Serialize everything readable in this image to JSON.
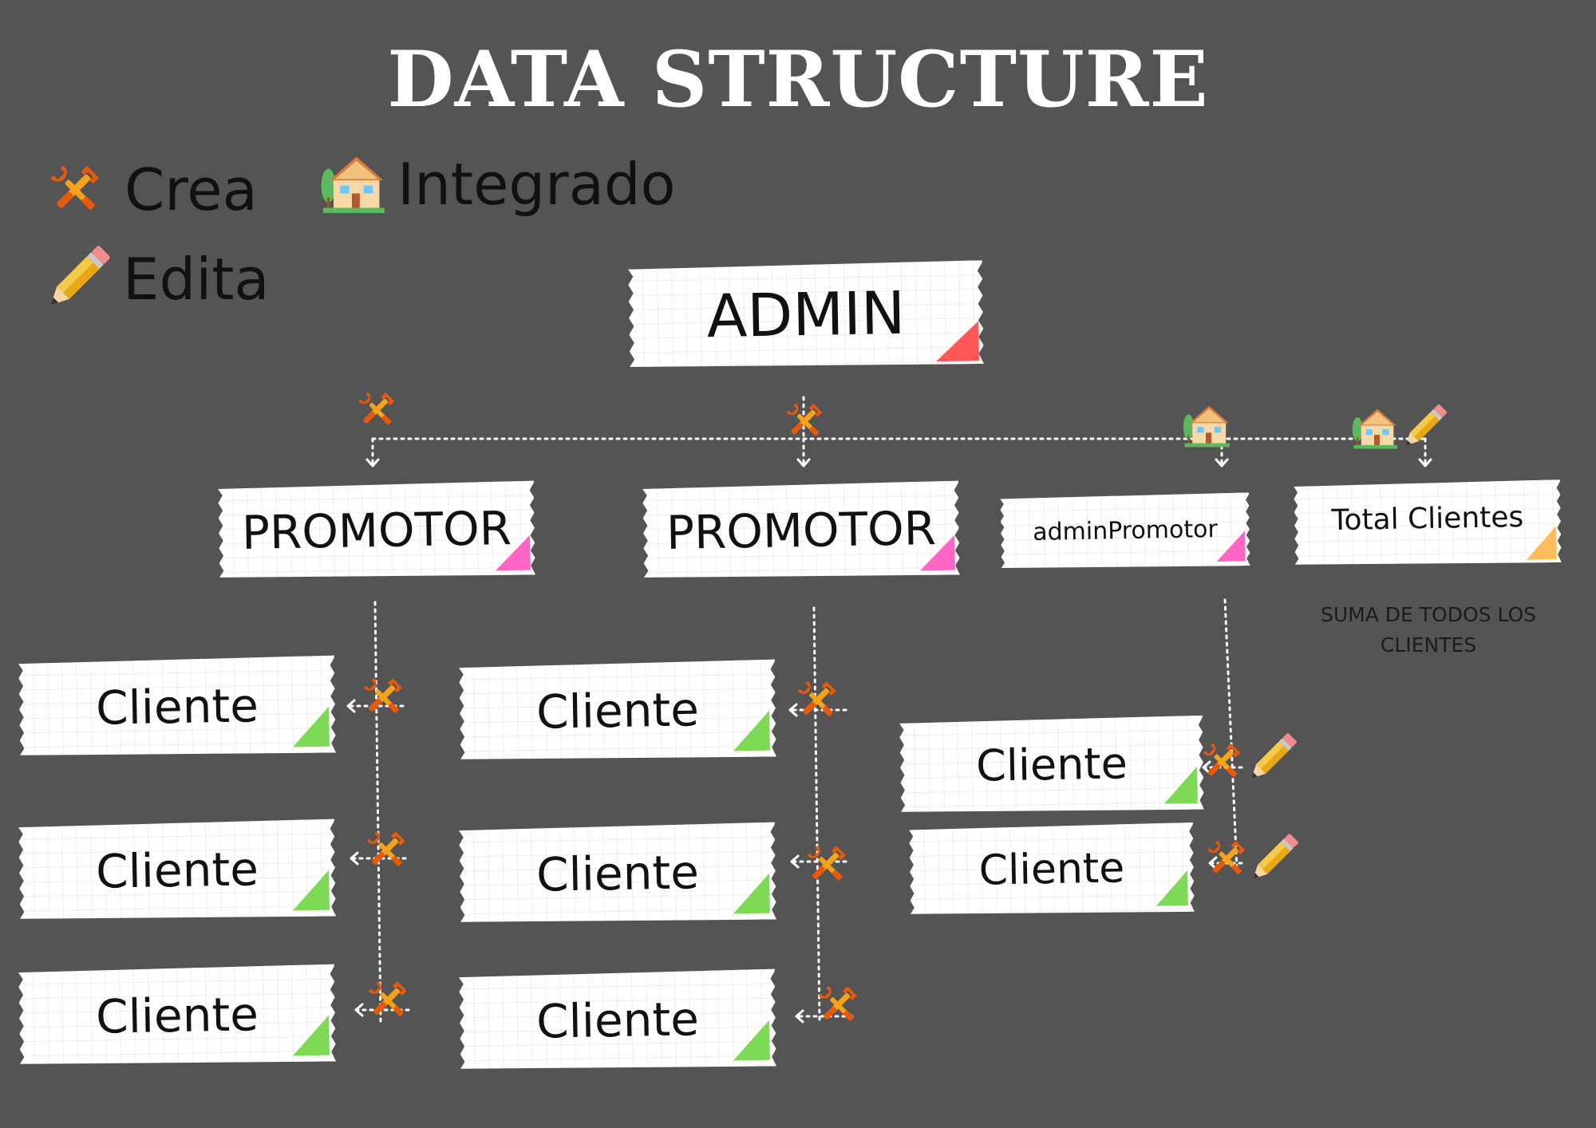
{
  "title": "DATA STRUCTURE",
  "legend": {
    "crea": "Crea",
    "integrado": "Integrado",
    "edita": "Edita"
  },
  "nodes": {
    "admin": "ADMIN",
    "promotor_1": "PROMOTOR",
    "promotor_2": "PROMOTOR",
    "admin_promotor": "adminPromotor",
    "total_clientes": "Total Clientes",
    "cliente": "Cliente"
  },
  "notes": {
    "total_clientes": "SUMA DE TODOS LOS CLIENTES"
  },
  "colors": {
    "background": "#545454",
    "admin_corner": "#ff5757",
    "promotor_corner": "#ff66c4",
    "cliente_corner": "#7ed957",
    "total_corner": "#ffbd59"
  },
  "icons": {
    "crea": "tools-icon",
    "integrado": "house-icon",
    "edita": "pencil-icon"
  }
}
